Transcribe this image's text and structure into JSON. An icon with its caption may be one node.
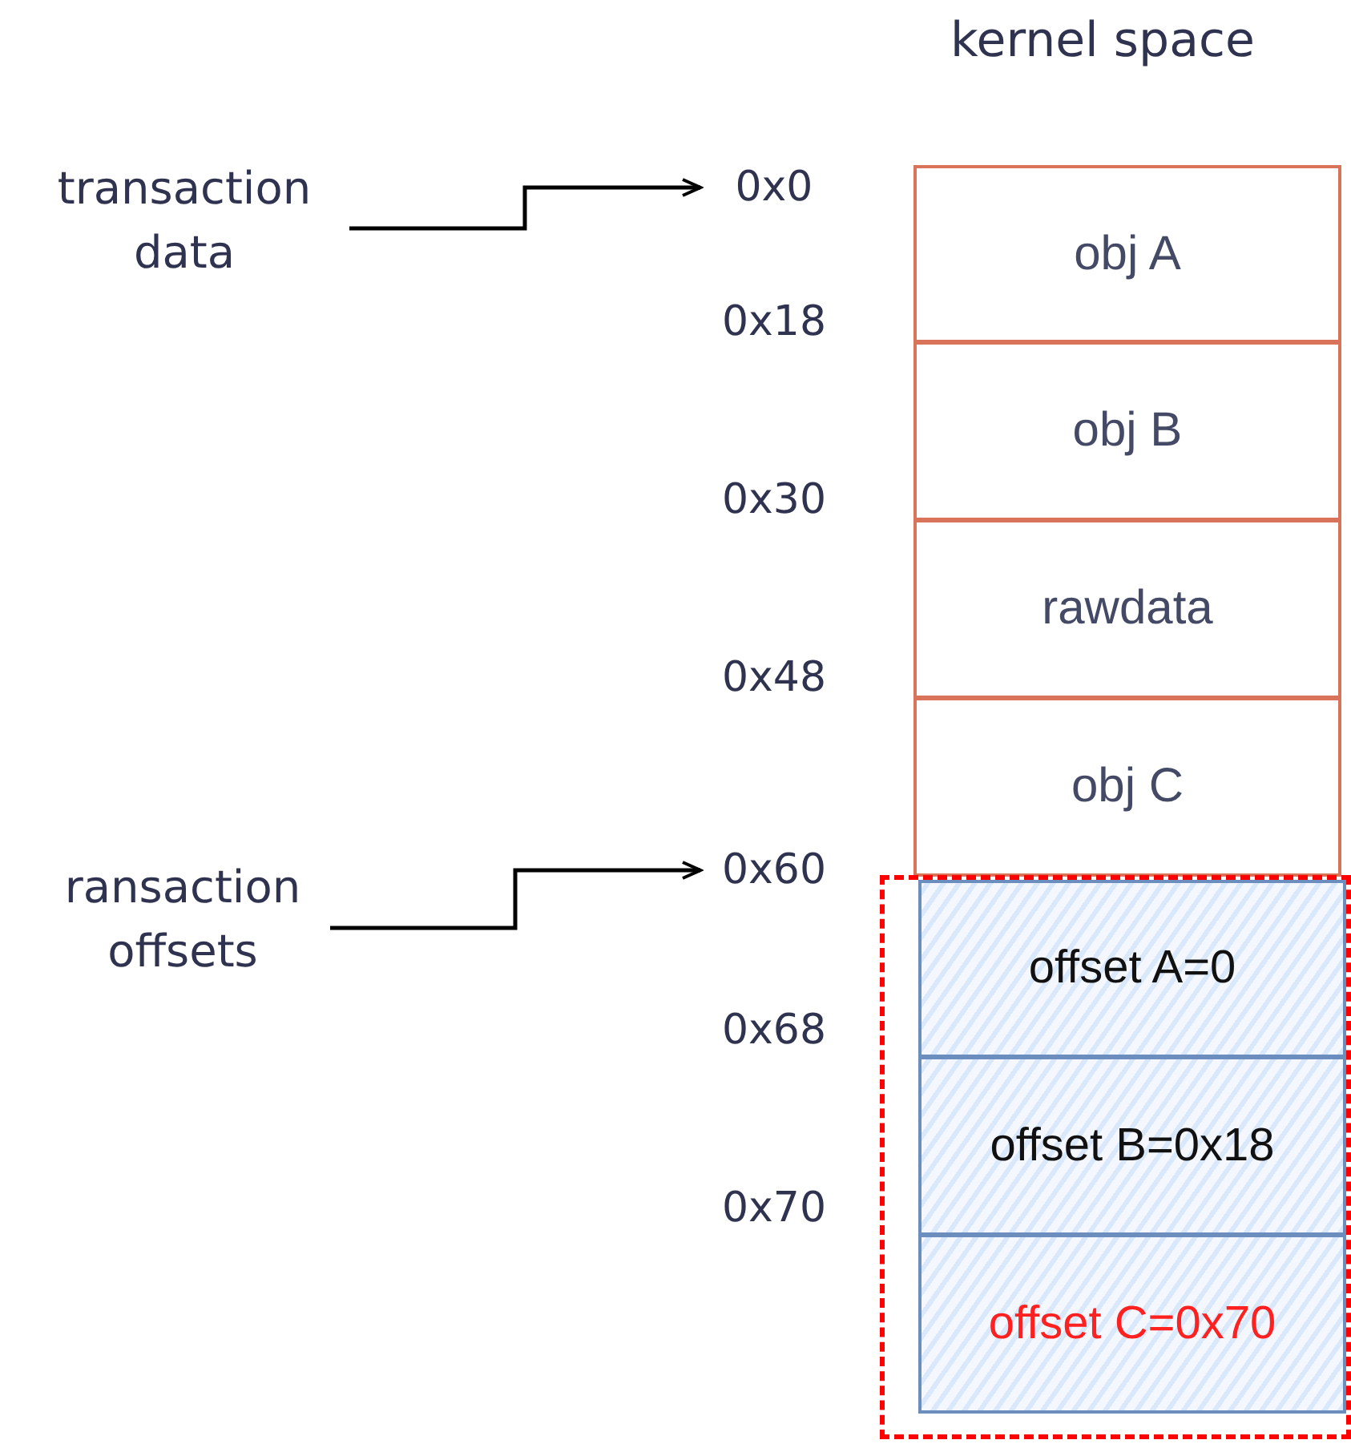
{
  "diagram": {
    "nodes": [
      {
        "text": [
          "transaction data"
        ]
      },
      {
        "text": [
          "0x0"
        ]
      },
      {
        "text": [
          "obj A"
        ]
      },
      {
        "text": [
          "obj B"
        ]
      },
      {
        "text": [
          "rawdata"
        ]
      },
      {
        "text": [
          "obj C"
        ]
      },
      {
        "text": [
          "ransaction offsets"
        ]
      },
      {
        "text": [
          "0x60"
        ]
      },
      {
        "text": [],
        "shape": "box"
      },
      {
        "text": [
          "offset A=0"
        ],
        "in": 8
      },
      {
        "text": [
          "offset B=0x18"
        ],
        "in": 8
      },
      {
        "text": [
          "offset C=0x70"
        ],
        "in": 8
      }
    ],
    "edges": [
      {
        "from": 0,
        "to": 1,
        "arrow": "to"
      },
      {
        "from": 6,
        "to": 7,
        "arrow": "to"
      }
    ],
    "labels": [
      "kernel space",
      "0x18",
      "0x30",
      "0x48",
      "0x68",
      "0x70"
    ]
  }
}
